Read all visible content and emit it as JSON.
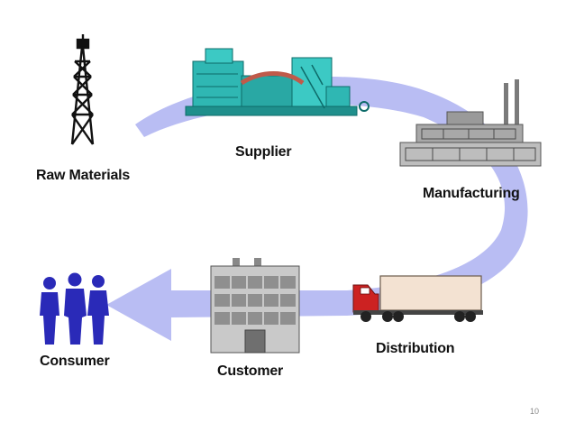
{
  "diagram": {
    "stages": {
      "raw_materials": "Raw Materials",
      "supplier": "Supplier",
      "manufacturing": "Manufacturing",
      "distribution": "Distribution",
      "customer": "Customer",
      "consumer": "Consumer"
    },
    "page_number": "10",
    "colors": {
      "flow_arrow": "#b9bdf3",
      "supplier_plant": "#2fb7b3",
      "factory": "#8c8c8c",
      "truck_cab": "#cc2222",
      "trailer": "#f3e2d2",
      "consumer_people": "#2a2ab8",
      "derrick": "#111111"
    }
  }
}
